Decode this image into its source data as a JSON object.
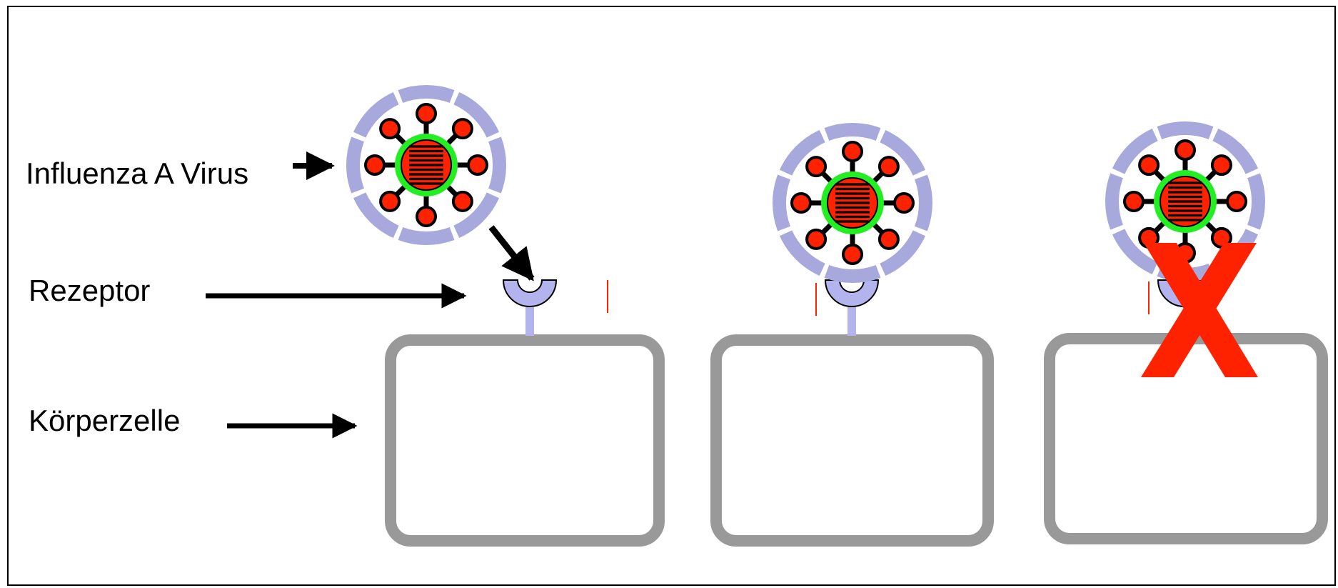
{
  "labels": {
    "virus": "Influenza A Virus",
    "receptor": "Rezeptor",
    "cell": "Körperzelle"
  },
  "colors": {
    "outline": "#000000",
    "cell_border": "#999999",
    "receptor": "#b3b3ee",
    "glyco_blue": "#a7a9dc",
    "virus_core": "#ff2200",
    "virus_ring": "#22ee22",
    "spike_tip": "#ff2200",
    "cross": "#ff2200"
  },
  "icons": [
    "arrow-icon",
    "virus-icon",
    "receptor-icon",
    "cell-icon",
    "cross-icon"
  ]
}
